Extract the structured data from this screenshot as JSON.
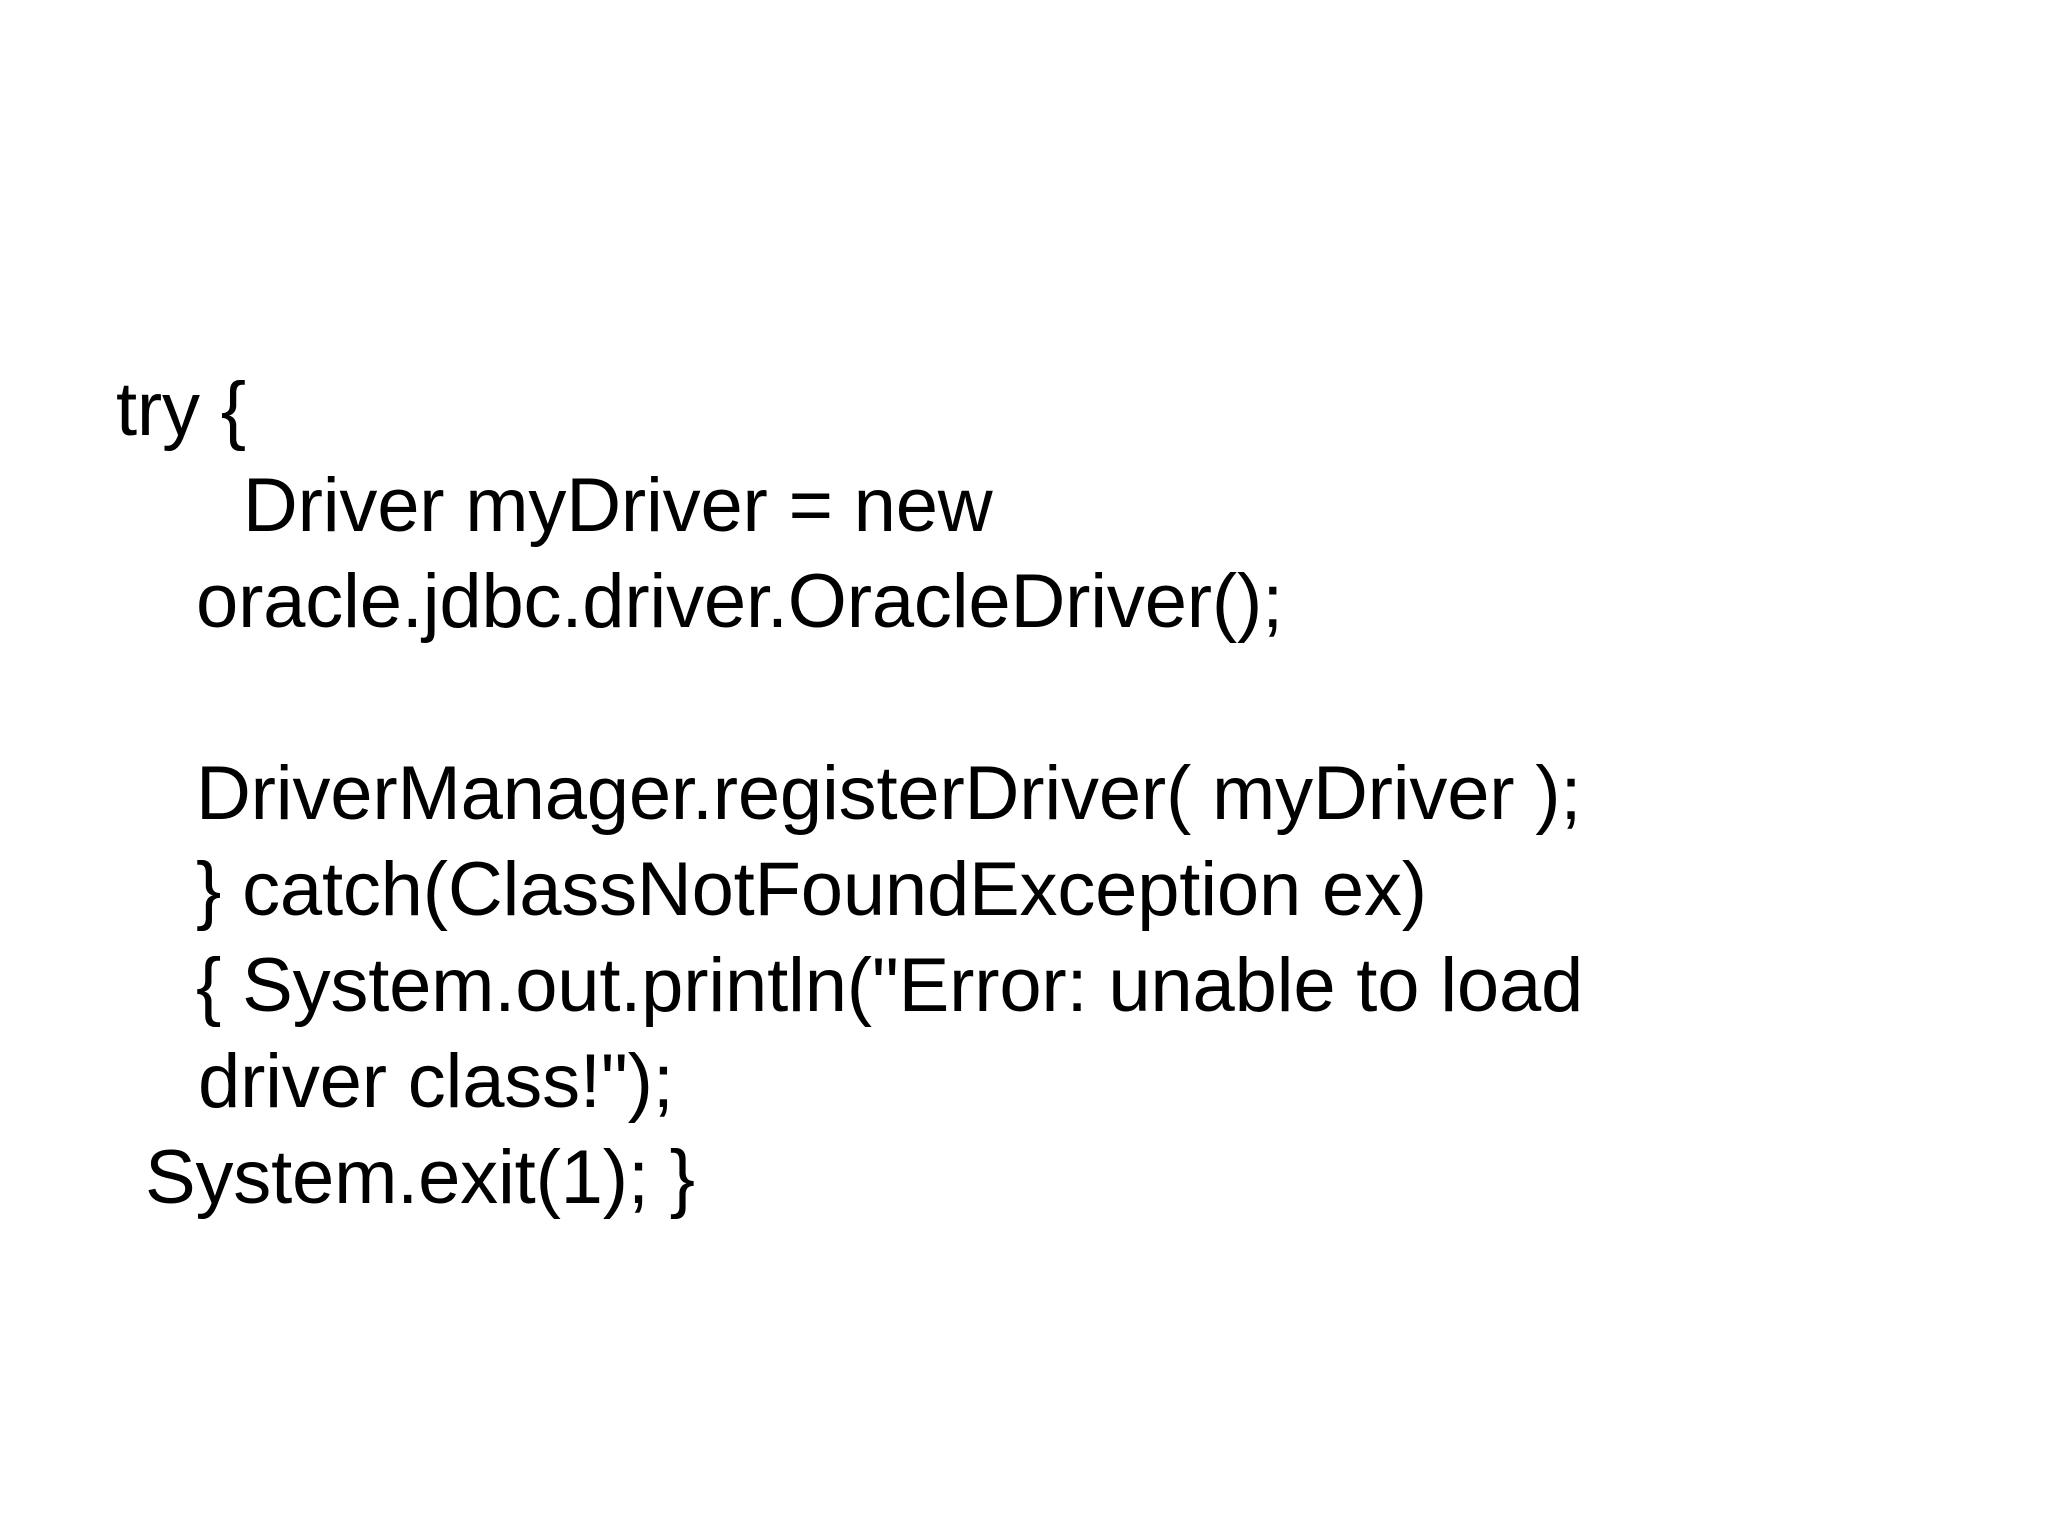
{
  "slide": {
    "background_color": "#ffffff",
    "text_color": "#000000",
    "title": "",
    "code": {
      "language": "java",
      "lines": [
        {
          "id": "line-try",
          "text": "try {",
          "indent": 0
        },
        {
          "id": "line-driver-decl",
          "text": " Driver myDriver = new",
          "indent": 1
        },
        {
          "id": "line-oracle-driver",
          "text": "oracle.jdbc.driver.OracleDriver();",
          "indent": 2
        },
        {
          "id": "line-blank",
          "text": "",
          "indent": 2
        },
        {
          "id": "line-register-driver",
          "text": "DriverManager.registerDriver( myDriver );",
          "indent": 2
        },
        {
          "id": "line-catch",
          "text": "} catch(ClassNotFoundException ex)",
          "indent": 2
        },
        {
          "id": "line-println",
          "text": "{ System.out.println(\"Error: unable to load",
          "indent": 2
        },
        {
          "id": "line-driver-class",
          "text": "driver class!\");",
          "indent": 2
        },
        {
          "id": "line-system-exit",
          "text": "System.exit(1); }",
          "indent": 4
        }
      ]
    }
  }
}
